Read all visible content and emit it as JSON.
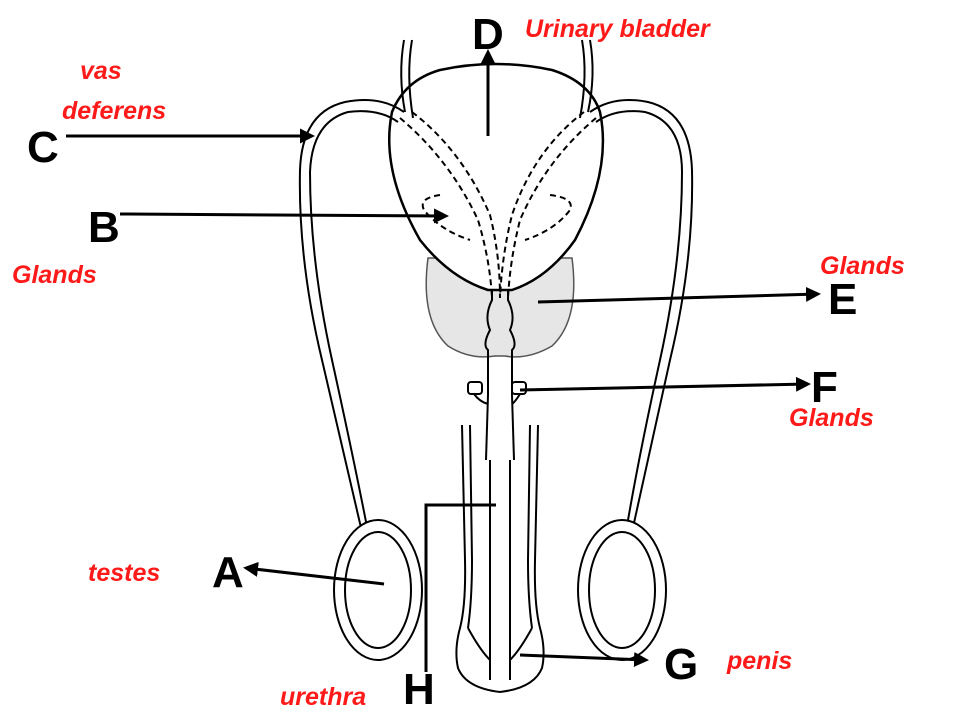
{
  "colors": {
    "label_text": "#ff1a1a",
    "letters": "#000000",
    "line": "#000000",
    "gland_fill": "#e6e6e6"
  },
  "labels": {
    "A": {
      "letter": "A",
      "name": "testes"
    },
    "B": {
      "letter": "B",
      "name": "Glands"
    },
    "C": {
      "letter": "C",
      "name_line1": "vas",
      "name_line2": "deferens"
    },
    "D": {
      "letter": "D",
      "name": "Urinary bladder"
    },
    "E": {
      "letter": "E",
      "name": "Glands"
    },
    "F": {
      "letter": "F",
      "name": "Glands"
    },
    "G": {
      "letter": "G",
      "name": "penis"
    },
    "H": {
      "letter": "H",
      "name": "urethra"
    }
  }
}
